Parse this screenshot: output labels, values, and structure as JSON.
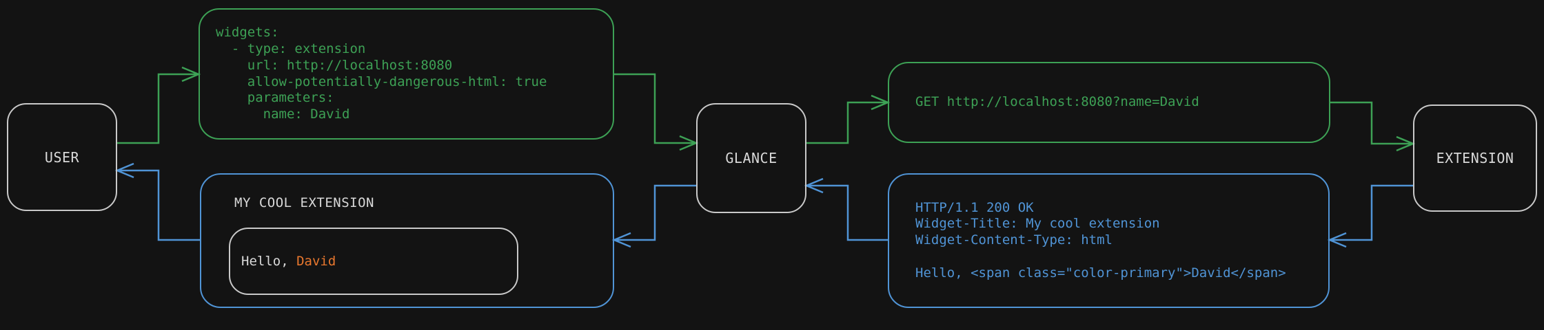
{
  "theme": {
    "bg": "#131313",
    "green": "#3da155",
    "blue": "#5094d6",
    "orange": "#e8772e",
    "text": "#d9d9d9",
    "node_border": "#c9c9c9"
  },
  "nodes": {
    "user": {
      "label": "USER"
    },
    "glance": {
      "label": "GLANCE"
    },
    "extension": {
      "label": "EXTENSION"
    }
  },
  "messages": {
    "config": {
      "text": "widgets:\n  - type: extension\n    url: http://localhost:8080\n    allow-potentially-dangerous-html: true\n    parameters:\n      name: David"
    },
    "request": {
      "text": "GET http://localhost:8080?name=David"
    },
    "response": {
      "text": "HTTP/1.1 200 OK\nWidget-Title: My cool extension\nWidget-Content-Type: html\n\nHello, <span class=\"color-primary\">David</span>"
    },
    "widget": {
      "title": "MY COOL EXTENSION",
      "greeting_prefix": "Hello, ",
      "greeting_name": "David"
    }
  }
}
